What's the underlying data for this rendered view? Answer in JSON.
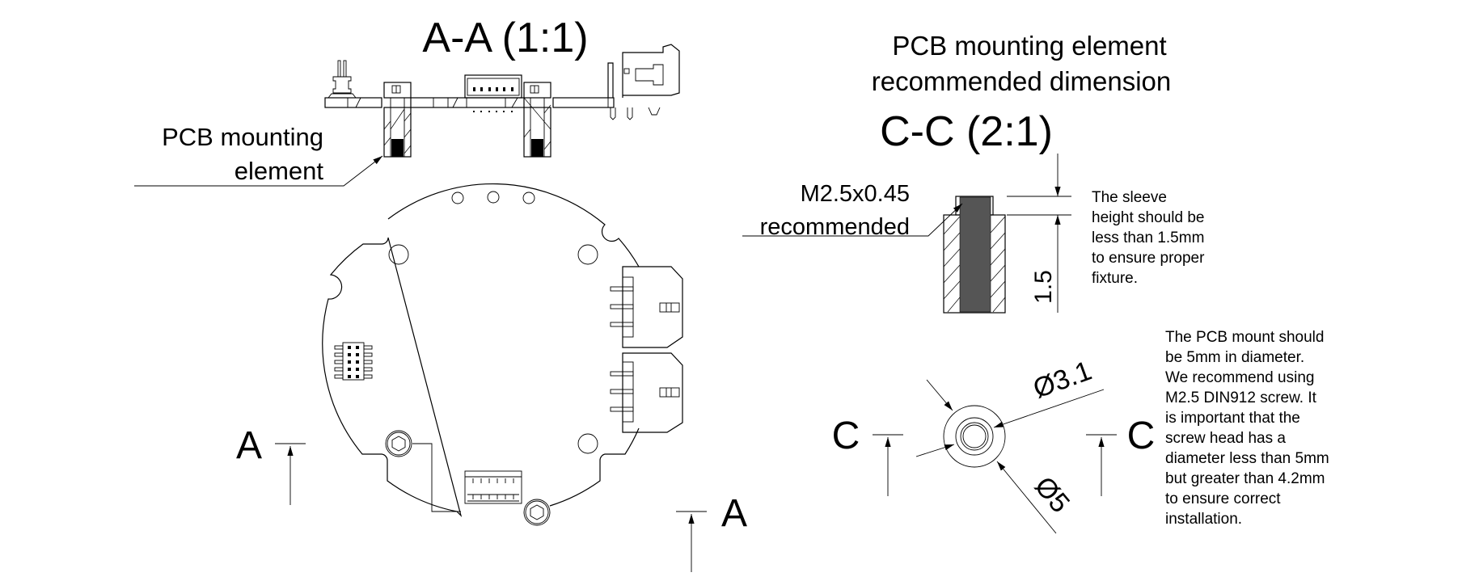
{
  "section_aa": {
    "title": "A-A (1:1)",
    "callout_line1": "PCB mounting",
    "callout_line2": "element"
  },
  "plan_view": {
    "section_marker_left": "A",
    "section_marker_bottom": "A"
  },
  "section_cc": {
    "heading_line1": "PCB mounting element",
    "heading_line2": "recommended dimension",
    "title": "C-C (2:1)",
    "thread_label_line1": "M2.5x0.45",
    "thread_label_line2": "recommended",
    "height_dimension": "1.5",
    "sleeve_note": [
      "The sleeve",
      "height should be",
      "less than 1.5mm",
      "to ensure proper",
      "fixture."
    ]
  },
  "top_view_cc": {
    "marker_left": "C",
    "marker_right": "C",
    "inner_diameter": "Ø3.1",
    "outer_diameter": "Ø5",
    "mount_note": [
      "The PCB mount should",
      "be 5mm in diameter.",
      "We recommend using",
      "M2.5 DIN912 screw. It",
      "is important that the",
      "screw head has a",
      "diameter less than 5mm",
      "but greater than 4.2mm",
      "to ensure correct",
      "installation."
    ]
  }
}
